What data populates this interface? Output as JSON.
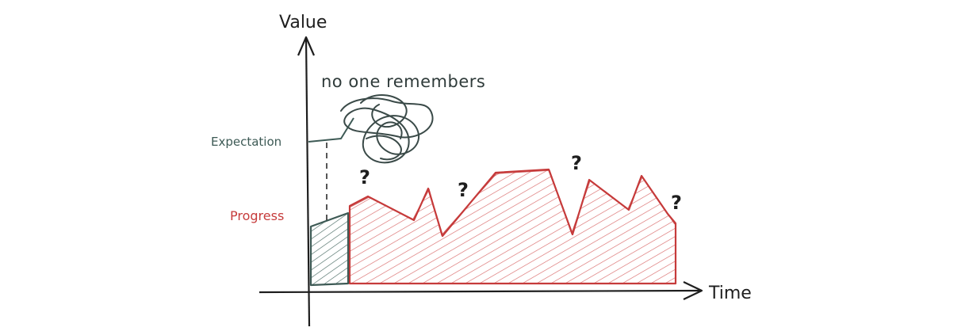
{
  "diagram": {
    "y_axis_label": "Value",
    "x_axis_label": "Time",
    "expectation_label": "Expectation",
    "progress_label": "Progress",
    "annotation": "no one remembers",
    "question_marks": [
      "?",
      "?",
      "?",
      "?"
    ],
    "colors": {
      "ink": "#1e1e1e",
      "expectation": "#3d5a55",
      "progress": "#c63b3b",
      "progress_hatch": "#d96b6b",
      "expectation_hatch": "#4a6b64"
    }
  }
}
